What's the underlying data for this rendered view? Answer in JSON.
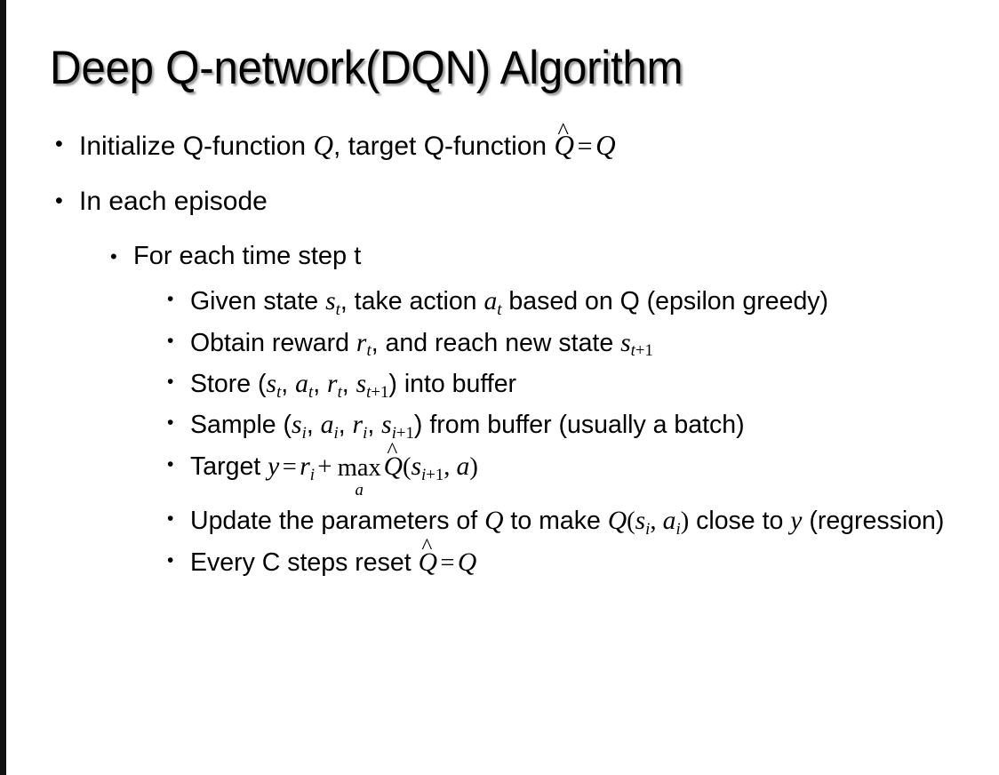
{
  "slide": {
    "title": "Deep Q-network(DQN) Algorithm",
    "background_color": "#ffffff",
    "text_color": "#000000",
    "left_band_color": "#111111",
    "bullet_glyph": "•"
  },
  "bullets": {
    "initialize": {
      "pre": "Initialize Q-function ",
      "q1": "Q",
      "mid": ", target Q-function ",
      "qhat": "Q",
      "hat": "^",
      "eq": "=",
      "q2": "Q"
    },
    "in_each_episode": "In each episode",
    "for_each_time_step": "For each time step t",
    "given_state": {
      "pre": "Given state ",
      "s": "s",
      "s_sub": "t",
      "mid": ", take action ",
      "a": "a",
      "a_sub": "t",
      "post": " based on Q (epsilon greedy)"
    },
    "obtain_reward": {
      "pre": "Obtain reward ",
      "r": "r",
      "r_sub": "t",
      "mid": ", and reach new state ",
      "s": "s",
      "s_sub_t": "t",
      "s_sub_plus": "+1"
    },
    "store": {
      "pre": "Store (",
      "s": "s",
      "s_sub": "t",
      "c1": ", ",
      "a": "a",
      "a_sub": "t",
      "c2": ", ",
      "r": "r",
      "r_sub": "t",
      "c3": ", ",
      "s2": "s",
      "s2_sub_t": "t",
      "s2_sub_plus": "+1",
      "post": ") into buffer"
    },
    "sample": {
      "pre": "Sample (",
      "s": "s",
      "s_sub": "i",
      "c1": ", ",
      "a": "a",
      "a_sub": "i",
      "c2": ", ",
      "r": "r",
      "r_sub": "i",
      "c3": ", ",
      "s2": "s",
      "s2_sub_i": "i",
      "s2_sub_plus": "+1",
      "post": ") from buffer (usually a batch)"
    },
    "target": {
      "pre": "Target ",
      "y": "y",
      "eq": "=",
      "r": "r",
      "r_sub": "i",
      "plus": "+",
      "max": "max",
      "max_sub": "a",
      "qhat": "Q",
      "hat": "^",
      "paren_open": "(",
      "s": "s",
      "s_sub_i": "i",
      "s_sub_plus": "+1",
      "comma": ", ",
      "a": "a",
      "paren_close": ")"
    },
    "update": {
      "pre": "Update the parameters of ",
      "q1": "Q",
      "mid": " to make ",
      "q2": "Q",
      "paren_open": "(",
      "s": "s",
      "s_sub": "i",
      "comma": ", ",
      "a": "a",
      "a_sub": "i",
      "paren_close": ")",
      "post": " close to ",
      "y": "y",
      "tail": " (regression)"
    },
    "every_c": {
      "pre": "Every C steps reset ",
      "qhat": "Q",
      "hat": "^",
      "eq": "=",
      "q": "Q"
    }
  }
}
